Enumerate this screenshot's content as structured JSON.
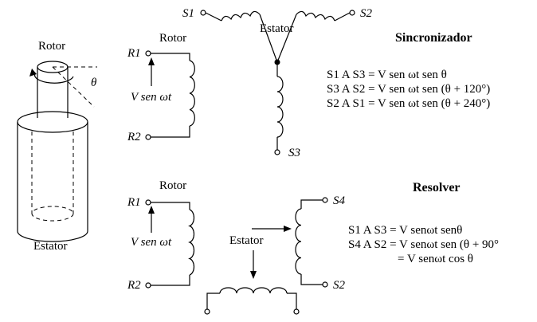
{
  "left": {
    "rotor_label": "Rotor",
    "stator_label": "Estator",
    "angle_label": "θ"
  },
  "synchro": {
    "title": "Sincronizador",
    "rotor_label": "Rotor",
    "stator_label": "Estator",
    "r1": "R1",
    "r2": "R2",
    "v_label": "V sen ωt",
    "s1": "S1",
    "s2": "S2",
    "s3": "S3",
    "equations": [
      "S1  A S3 = V sen ωt sen θ",
      "S3  A S2 = V sen ωt sen  (θ + 120°)",
      "S2  A S1 = V sen ωt sen  (θ + 240°)"
    ]
  },
  "resolver": {
    "title": "Resolver",
    "rotor_label": "Rotor",
    "stator_label": "Estator",
    "r1": "R1",
    "r2": "R2",
    "v_label": "V sen  ωt",
    "s4": "S4",
    "s2": "S2",
    "equations": [
      "S1 A S3 = V senωt senθ",
      "S4 A S2 = V senωt sen  (θ + 90°",
      "= V senωt cos θ"
    ]
  }
}
